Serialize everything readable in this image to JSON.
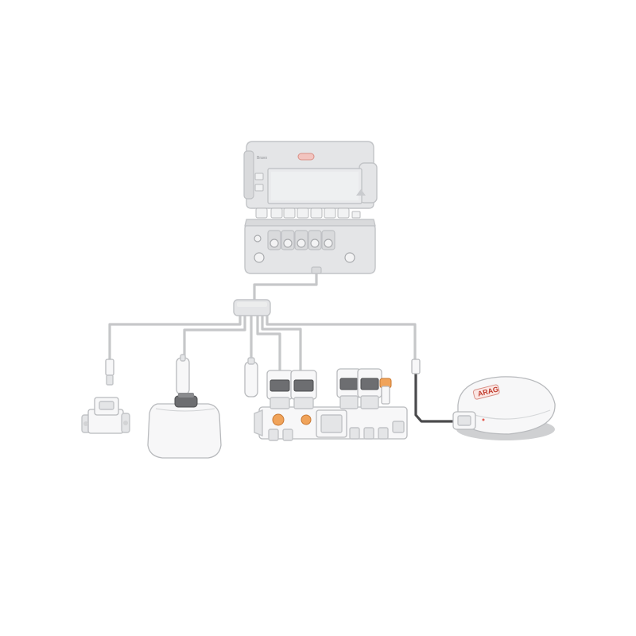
{
  "diagram": {
    "components": [
      {
        "id": "control-unit",
        "kind": "control-monitor"
      },
      {
        "id": "junction-box",
        "kind": "distribution-box"
      },
      {
        "id": "flow-meter",
        "kind": "flow-sensor"
      },
      {
        "id": "tank",
        "kind": "tank-level-sensor"
      },
      {
        "id": "valve-block",
        "kind": "section-valve-assembly"
      },
      {
        "id": "gps-antenna",
        "kind": "gps-receiver"
      }
    ],
    "labels": {
      "monitor_brand": "Bravo",
      "antenna_brand": "ARAG"
    },
    "colors": {
      "cable": "#c6c7c9",
      "antenna_cable": "#4a4a4c",
      "brand_red": "#c0392b",
      "accent_orange": "#f0a35a"
    }
  }
}
